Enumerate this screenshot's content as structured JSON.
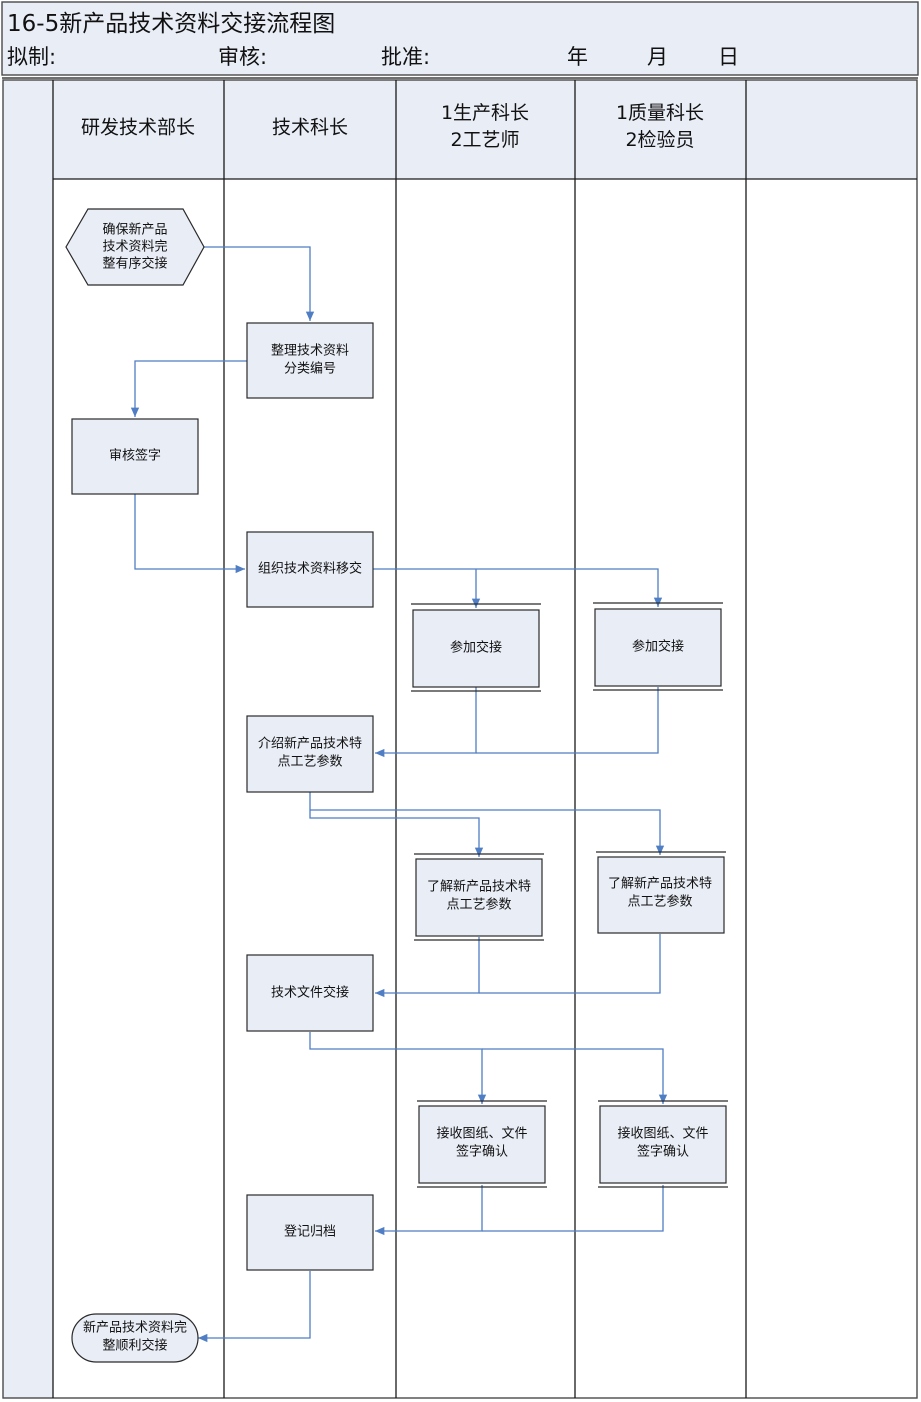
{
  "header": {
    "title": "16-5新产品技术资料交接流程图",
    "drafted_label": "拟制:",
    "reviewed_label": "审核:",
    "approved_label": "批准:",
    "year_label": "年",
    "month_label": "月",
    "day_label": "日"
  },
  "lanes": [
    {
      "lines": [
        "研发技术部长"
      ]
    },
    {
      "lines": [
        "技术科长"
      ]
    },
    {
      "lines": [
        "1生产科长",
        "2工艺师"
      ]
    },
    {
      "lines": [
        "1质量科长",
        "2检验员"
      ]
    },
    {
      "lines": [
        ""
      ]
    }
  ],
  "nodes": {
    "start": {
      "lines": [
        "确保新产品",
        "技术资料完",
        "整有序交接"
      ]
    },
    "organize": {
      "lines": [
        "整理技术资料",
        "分类编号"
      ]
    },
    "review_sign": {
      "lines": [
        "审核签字"
      ]
    },
    "handover_org": {
      "lines": [
        "组织技术资料移交"
      ]
    },
    "join_prod": {
      "lines": [
        "参加交接"
      ]
    },
    "join_qual": {
      "lines": [
        "参加交接"
      ]
    },
    "introduce": {
      "lines": [
        "介绍新产品技术特",
        "点工艺参数"
      ]
    },
    "learn_prod": {
      "lines": [
        "了解新产品技术特",
        "点工艺参数"
      ]
    },
    "learn_qual": {
      "lines": [
        "了解新产品技术特",
        "点工艺参数"
      ]
    },
    "doc_handover": {
      "lines": [
        "技术文件交接"
      ]
    },
    "receive_prod": {
      "lines": [
        "接收图纸、文件",
        "签字确认"
      ]
    },
    "receive_qual": {
      "lines": [
        "接收图纸、文件",
        "签字确认"
      ]
    },
    "archive": {
      "lines": [
        "登记归档"
      ]
    },
    "end": {
      "lines": [
        "新产品技术资料完",
        "整顺利交接"
      ]
    }
  },
  "colors": {
    "lane_fill": "#e9edf6",
    "connector": "#4f7ec4",
    "border": "#2a2a2a"
  }
}
